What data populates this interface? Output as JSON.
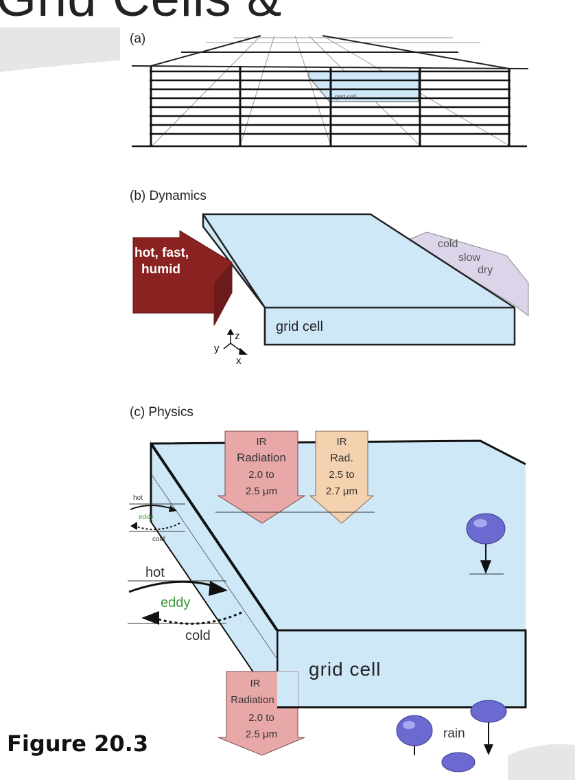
{
  "header": {
    "partial_title": "Grid Cells &"
  },
  "figure": {
    "label": "Figure 20.3"
  },
  "panels": {
    "a": {
      "label": "(a)",
      "cell_label": "grid cell"
    },
    "b": {
      "label": "(b) Dynamics",
      "inflow_line1": "hot, fast,",
      "inflow_line2": "humid",
      "outflow_line1": "cold",
      "outflow_line2": "slow",
      "outflow_line3": "dry",
      "cell_label": "grid cell",
      "axis_z": "z",
      "axis_y": "y",
      "axis_x": "x"
    },
    "c": {
      "label": "(c) Physics",
      "cell_label": "grid cell",
      "arrow1": {
        "line1": "IR",
        "line2": "Radiation",
        "line3": "2.0 to",
        "line4": "2.5 μm"
      },
      "arrow2": {
        "line1": "IR",
        "line2": "Rad.",
        "line3": "2.5 to",
        "line4": "2.7 μm"
      },
      "arrow3": {
        "line1": "IR",
        "line2": "Radiation",
        "line3": "2.0 to",
        "line4": "2.5 μm"
      },
      "small_eddy": {
        "hot": "hot",
        "eddy": "eddy",
        "cold": "cold"
      },
      "large_eddy": {
        "hot": "hot",
        "eddy": "eddy",
        "cold": "cold"
      },
      "rain_label": "rain"
    }
  },
  "colors": {
    "cell_fill": "#cfe8f8",
    "hot_arrow": "#8b2222",
    "cold_arrow": "#dcd4e8",
    "ir_arrow_pink": "#e8a8a8",
    "ir_arrow_peach": "#f4d2b0",
    "raindrop": "#6a6ad0",
    "eddy_green": "#3a9a3a"
  }
}
